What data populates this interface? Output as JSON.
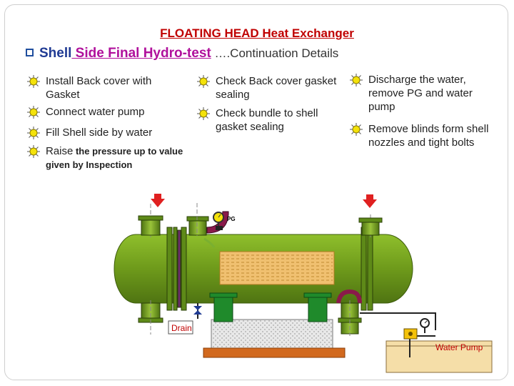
{
  "title": "FLOATING HEAD Heat Exchanger",
  "subtitle": {
    "part1": "Shell",
    "part2": " Side Final Hydro-test",
    "part3": " ….Continuation Details"
  },
  "steps": {
    "col1": [
      "Install Back cover with Gasket",
      "Connect water pump",
      "Fill Shell side by water"
    ],
    "col1_raise_main": "Raise",
    "col1_raise_small": " the pressure up to value given by Inspection",
    "col2": [
      "Check Back cover gasket sealing",
      "Check bundle to shell gasket sealing"
    ],
    "col3": [
      "Discharge the water, remove PG and water pump",
      "Remove blinds form shell nozzles and tight bolts"
    ]
  },
  "diagram": {
    "pg_label": "PG",
    "drain_label": "Drain",
    "pump_label": "Water Pump"
  },
  "colors": {
    "shell": "#6e9a1b",
    "saddle": "#1f8a2b",
    "arrow": "#e02020",
    "title": "#c00000"
  }
}
